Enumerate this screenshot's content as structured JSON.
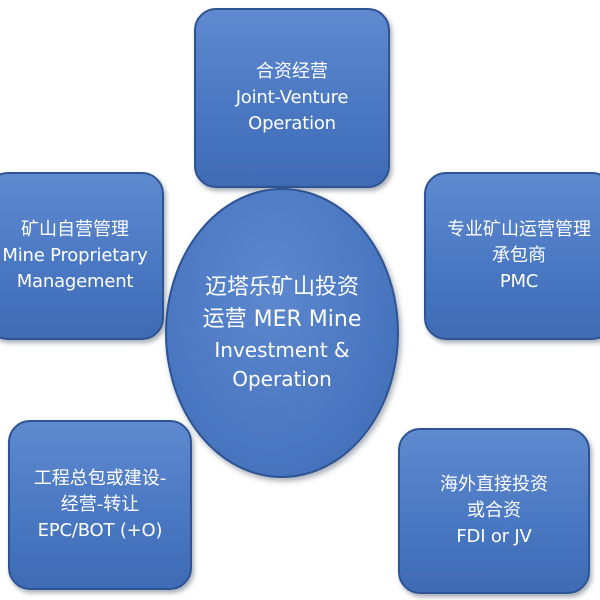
{
  "center": {
    "lines": [
      "迈塔乐矿山投资",
      "运营 MER Mine",
      "Investment &",
      "Operation"
    ]
  },
  "nodes": {
    "top": {
      "lines": [
        "合资经营",
        "Joint-Venture",
        "Operation"
      ]
    },
    "left": {
      "lines": [
        "矿山自营管理",
        "Mine Proprietary",
        "Management"
      ]
    },
    "right": {
      "lines": [
        "专业矿山运营管理",
        "承包商",
        "PMC"
      ]
    },
    "bottom_left": {
      "lines": [
        "工程总包或建设-",
        "经营-转让",
        "EPC/BOT (+O)"
      ]
    },
    "bottom_right": {
      "lines": [
        "海外直接投资",
        "或合资",
        "FDI or JV"
      ]
    }
  },
  "colors": {
    "node_fill": "#4a78c2",
    "node_border": "#2e5393",
    "text": "#ffffff"
  }
}
